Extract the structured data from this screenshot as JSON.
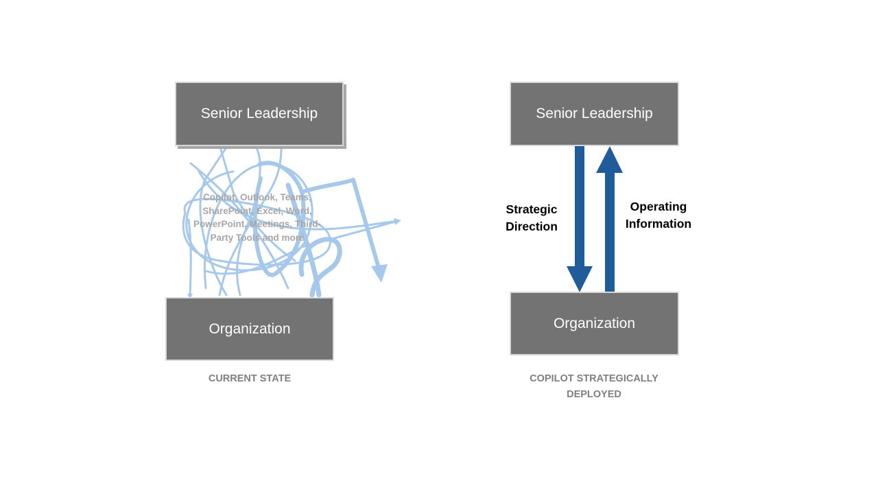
{
  "current_state": {
    "top_box": "Senior Leadership",
    "bottom_box": "Organization",
    "tools_text": "Copilot, Outlook, Teams, SharePoint, Excel, Word, PowerPoint, Meetings, Third-Party Tools and more",
    "caption": "CURRENT STATE"
  },
  "copilot_state": {
    "top_box": "Senior Leadership",
    "bottom_box": "Organization",
    "down_label_line1": "Strategic",
    "down_label_line2": "Direction",
    "up_label_line1": "Operating",
    "up_label_line2": "Information",
    "caption_line1": "COPILOT STRATEGICALLY",
    "caption_line2": "DEPLOYED"
  },
  "colors": {
    "box": "#737373",
    "scribble": "#a5c8eb",
    "arrow": "#1f5c99",
    "caption": "#7f7f7f"
  }
}
